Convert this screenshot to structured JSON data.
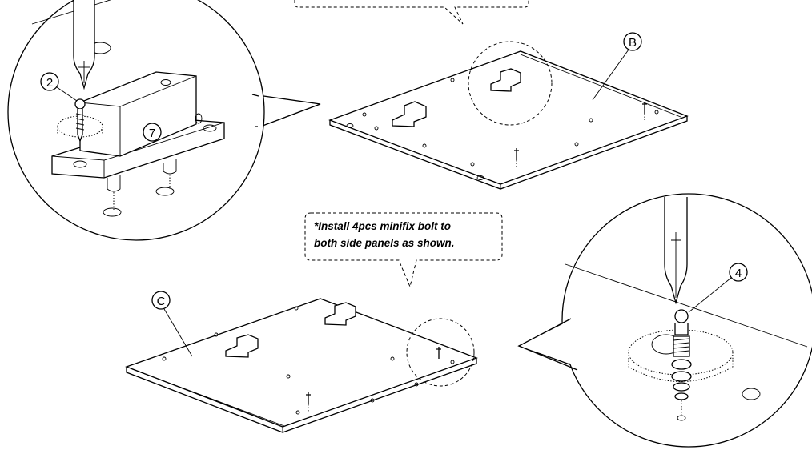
{
  "note_top": "",
  "note_callout": {
    "line1": "*Install 4pcs minifix bolt to",
    "line2": " both side panels as shown."
  },
  "labels": {
    "panel_b": "B",
    "panel_c": "C",
    "part_screw": "2",
    "part_bracket": "7",
    "part_bolt": "4"
  }
}
